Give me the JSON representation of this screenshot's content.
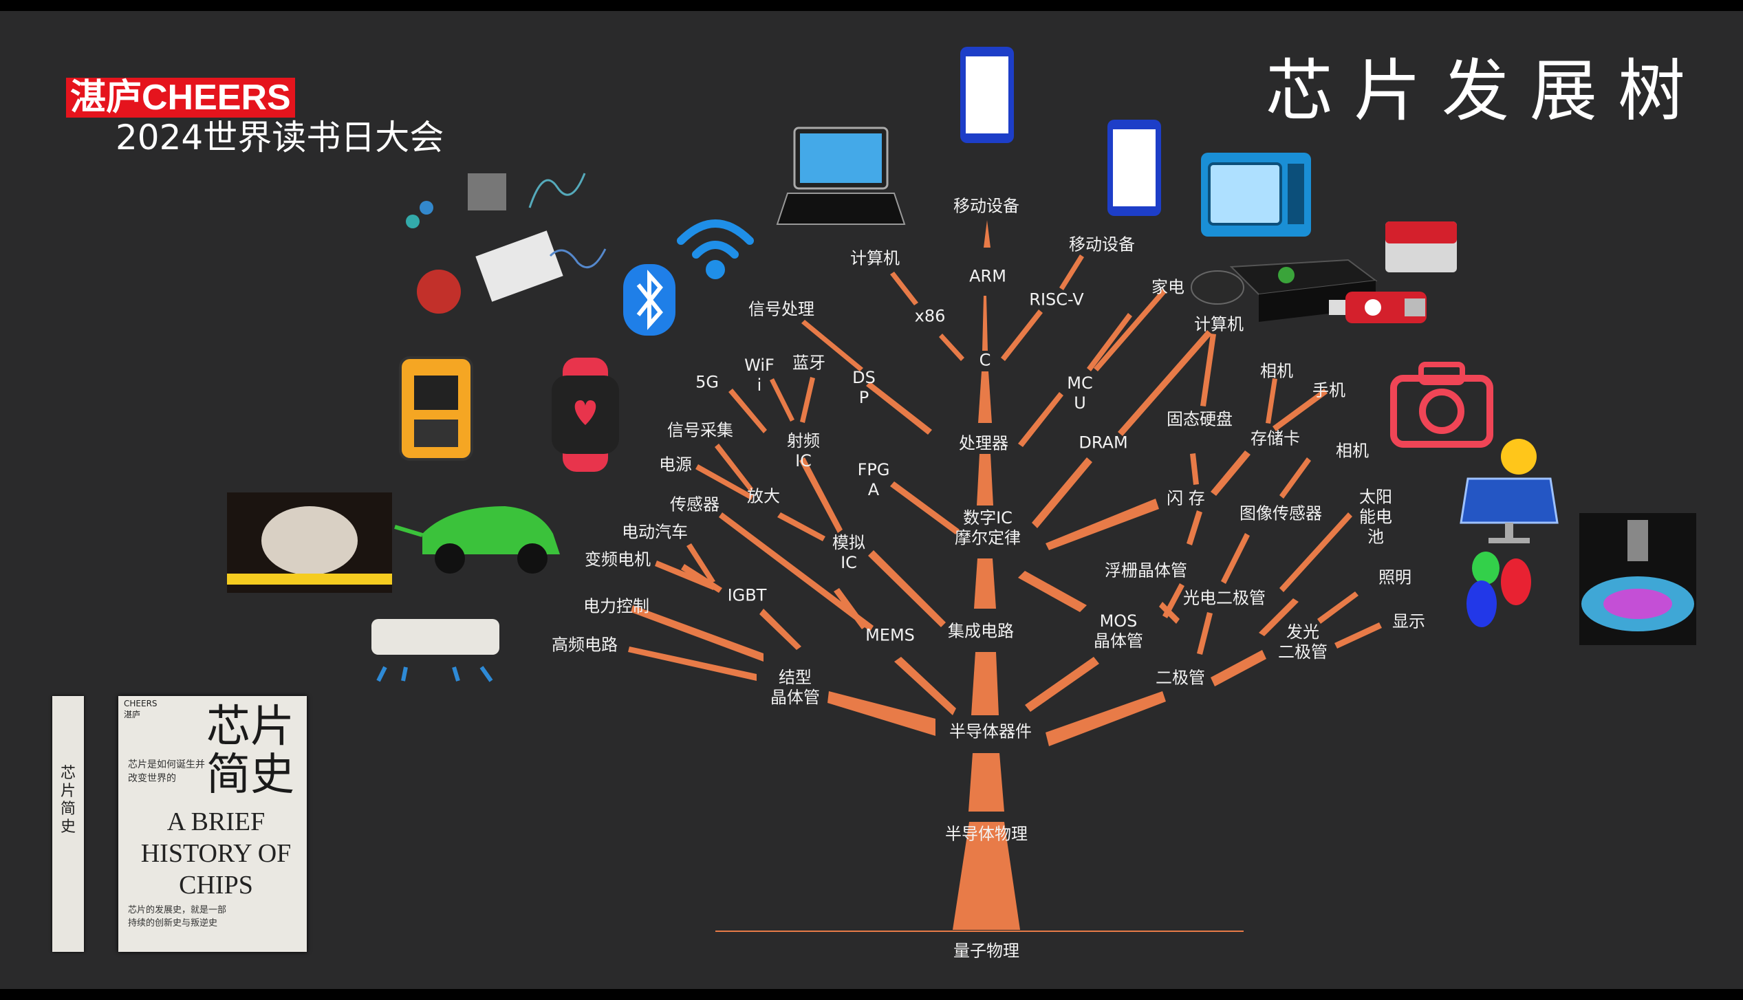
{
  "header": {
    "brand": "湛庐CHEERS",
    "event": "2024世界读书日大会",
    "title": "芯片发展树"
  },
  "tree": {
    "root": "量子物理",
    "trunk": "半导体物理",
    "devices": "半导体器件",
    "ic": "集成电路",
    "digital_ic": "数字IC\n摩尔定律",
    "processor": "处理器",
    "analog_ic": "模拟\nIC",
    "rf_ic": "射频\nIC",
    "amplifier": "放大",
    "mems": "MEMS",
    "bjt": "结型\n晶体管",
    "igbt": "IGBT",
    "mos": "MOS\n晶体管",
    "floating_gate": "浮栅晶体管",
    "flash": "闪 存",
    "diode": "二极管",
    "photodiode": "光电二极管",
    "led": "发光\n二极管",
    "image_sensor": "图像传感器",
    "storage_card": "存储卡",
    "ssd": "固态硬盘",
    "dram": "DRAM",
    "mcu": "MC\nU",
    "fpga": "FPG\nA",
    "dsp": "DS\nP",
    "c": "C",
    "arm": "ARM",
    "x86": "x86",
    "riscv": "RISC-V",
    "mobile1": "移动设备",
    "mobile2": "移动设备",
    "computer1": "计算机",
    "computer2": "计算机",
    "appliance": "家电",
    "signal_proc": "信号处理",
    "fiveg": "5G",
    "wifi": "WiF\ni",
    "bluetooth": "蓝牙",
    "signal_acq": "信号采集",
    "power_supply": "电源",
    "sensor": "传感器",
    "ev": "电动汽车",
    "vfd_motor": "变频电机",
    "power_ctrl": "电力控制",
    "hf_circuit": "高频电路",
    "camera1": "相机",
    "phone": "手机",
    "camera2": "相机",
    "solar": "太阳\n能电\n池",
    "lighting": "照明",
    "display": "显示"
  },
  "book": {
    "spine": "芯片简史",
    "publisher_mark": "CHEERS\n湛庐",
    "title_cn": "芯片简史",
    "subtitle_cn": "芯片是如何诞生并改变世界的",
    "title_en": "A BRIEF HISTORY OF CHIPS",
    "tagline": "芯片的发展史，就是一部持续的创新史与叛逆史"
  },
  "colors": {
    "branch": "#e87b48",
    "background": "#2a2a2b",
    "brand_red": "#e5141d",
    "text": "#f2f2f2"
  },
  "icons": [
    "laptop-icon",
    "phone-icon",
    "phone-icon",
    "microwave-icon",
    "game-console-icon",
    "sd-card-icon",
    "usb-drive-icon",
    "camera-icon",
    "solar-panel-icon",
    "led-icon",
    "wafer-icon",
    "wifi-icon",
    "bluetooth-icon",
    "virus-sensor-diagram",
    "defibrillator-icon",
    "smartwatch-icon",
    "car-crash-photo",
    "electric-car-icon",
    "air-conditioner-icon"
  ]
}
